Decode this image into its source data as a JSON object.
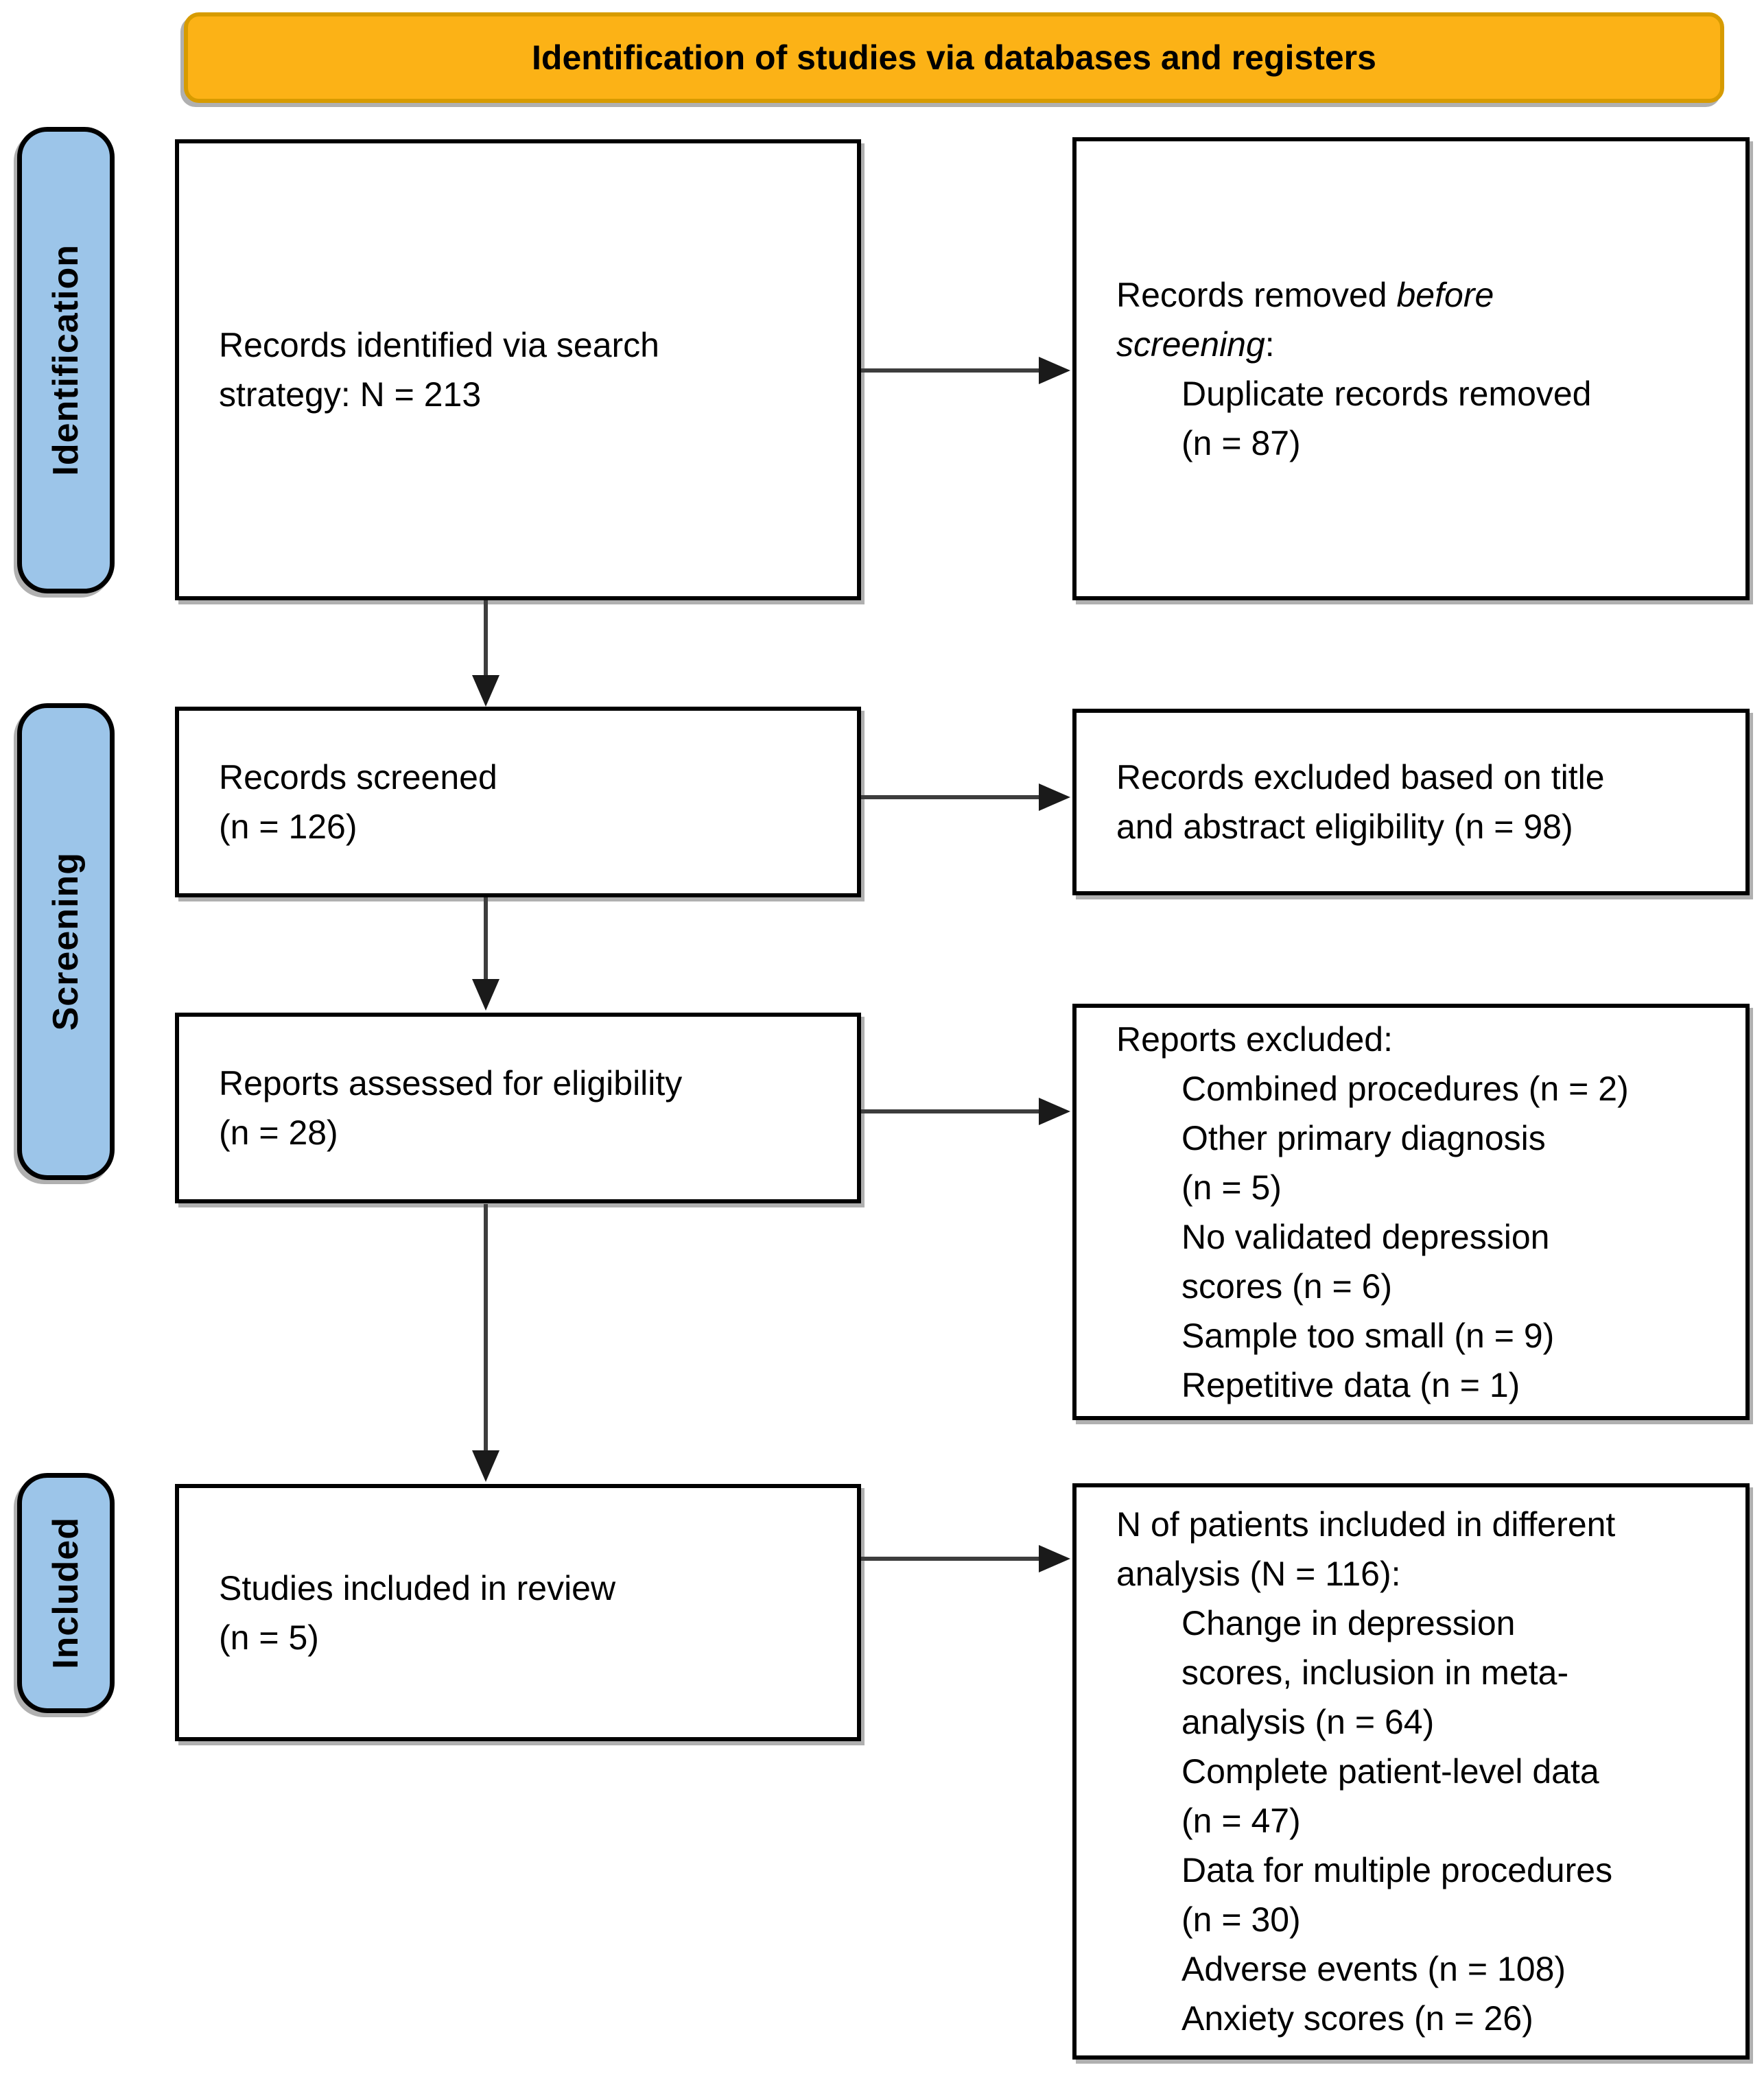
{
  "banner": {
    "title": "Identification of studies via databases and registers"
  },
  "stages": {
    "identification": "Identification",
    "screening": "Screening",
    "included": "Included"
  },
  "boxes": {
    "records_identified": {
      "text": "Records identified via search\nstrategy: N = 213"
    },
    "records_removed": {
      "prefix": "Records removed ",
      "italic": "before\nscreening",
      "suffix": ":",
      "item0": "Duplicate records removed\n(n = 87)"
    },
    "records_screened": {
      "text": "Records screened\n(n = 126)"
    },
    "records_excluded": {
      "text": "Records excluded based on title\nand abstract eligibility (n = 98)"
    },
    "reports_assessed": {
      "text": "Reports assessed for eligibility\n(n = 28)"
    },
    "reports_excluded": {
      "heading": "Reports excluded:",
      "items": [
        "Combined procedures (n = 2)",
        "Other primary diagnosis\n(n = 5)",
        "No validated depression\nscores (n = 6)",
        "Sample too small (n = 9)",
        "Repetitive data (n = 1)"
      ]
    },
    "studies_included": {
      "text": "Studies included in review\n(n = 5)"
    },
    "patients_analysis": {
      "heading": "N of patients included in different\nanalysis (N = 116):",
      "items": [
        "Change in depression\nscores, inclusion in meta-\nanalysis (n = 64)",
        "Complete patient-level data\n(n = 47)",
        "Data for multiple procedures\n(n = 30)",
        "Adverse events (n = 108)",
        "Anxiety scores (n = 26)"
      ]
    }
  },
  "colors": {
    "banner-fill": "#FCB216",
    "banner-border": "#D79B00",
    "stage-fill": "#9CC5E9",
    "box-border": "#000000",
    "arrow-color": "#1a1a1a"
  }
}
